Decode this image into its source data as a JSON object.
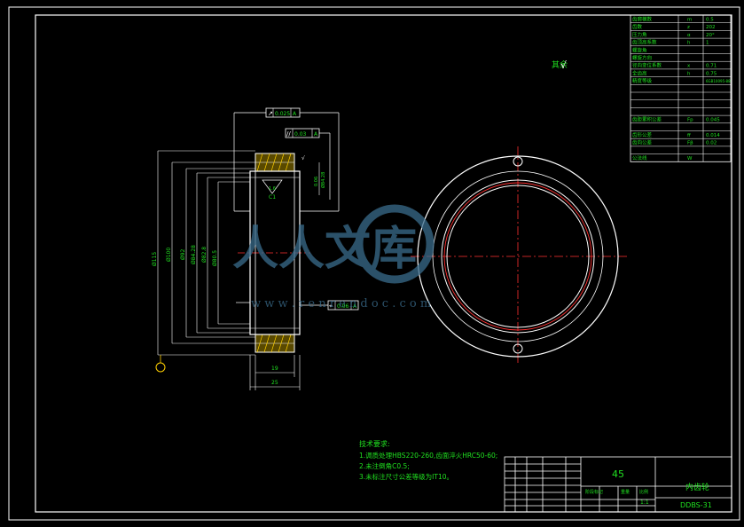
{
  "drawing": {
    "roughness_symbol": "其余",
    "tech_title": "技术要求:",
    "tech_lines": [
      "1.调质处理HBS220-260,齿面淬火HRC50-60;",
      "2.未注倒角C0.5;",
      "3.未标注尺寸公差等级为IT10。"
    ],
    "tolerance_1": "0.025",
    "tolerance_2": "0.03",
    "tolerance_3": "0.06",
    "datum": "A",
    "dim_width_inner": "19",
    "dim_width_outer": "25",
    "dim_chamfer": "C1",
    "dim_d1": "Ø115",
    "dim_d2": "Ø100",
    "dim_d3": "Ø92",
    "dim_d4": "Ø84.28",
    "dim_d5": "Ø82.8",
    "dim_d6": "Ø80.5"
  },
  "gear_table": {
    "rows": [
      {
        "name": "齿廓模数",
        "sym": "m",
        "val": "0.5"
      },
      {
        "name": "齿数",
        "sym": "z",
        "val": "202"
      },
      {
        "name": "压力角",
        "sym": "α",
        "val": "20°"
      },
      {
        "name": "齿顶高系数",
        "sym": "h",
        "val": "1"
      },
      {
        "name": "螺旋角",
        "sym": "",
        "val": ""
      },
      {
        "name": "螺旋方向",
        "sym": "",
        "val": ""
      },
      {
        "name": "径向变位系数",
        "sym": "x",
        "val": "0.71"
      },
      {
        "name": "全齿高",
        "sym": "h",
        "val": "0.75"
      },
      {
        "name": "精度等级",
        "sym": "",
        "val": "6GB10095-88"
      },
      {
        "name": "",
        "sym": "",
        "val": ""
      },
      {
        "name": "",
        "sym": "",
        "val": ""
      },
      {
        "name": "",
        "sym": "",
        "val": ""
      },
      {
        "name": "",
        "sym": "",
        "val": ""
      },
      {
        "name": "齿距累积公差",
        "sym": "Fp",
        "val": "0.045"
      },
      {
        "name": "",
        "sym": "",
        "val": ""
      },
      {
        "name": "齿形公差",
        "sym": "ff",
        "val": "0.014"
      },
      {
        "name": "齿向公差",
        "sym": "Fβ",
        "val": "0.02"
      },
      {
        "name": "",
        "sym": "",
        "val": ""
      },
      {
        "name": "公法线",
        "sym": "W",
        "val": ""
      }
    ]
  },
  "title_block": {
    "material": "45",
    "part_name": "内齿轮",
    "code": "DDBS-31",
    "scale_label": "比例",
    "scale": "1:1",
    "weight_label": "重量",
    "stage_label": "阶段标记"
  },
  "watermark": {
    "text": "人人文库",
    "url": "w w w . r e n r e n d o c . c o m"
  }
}
